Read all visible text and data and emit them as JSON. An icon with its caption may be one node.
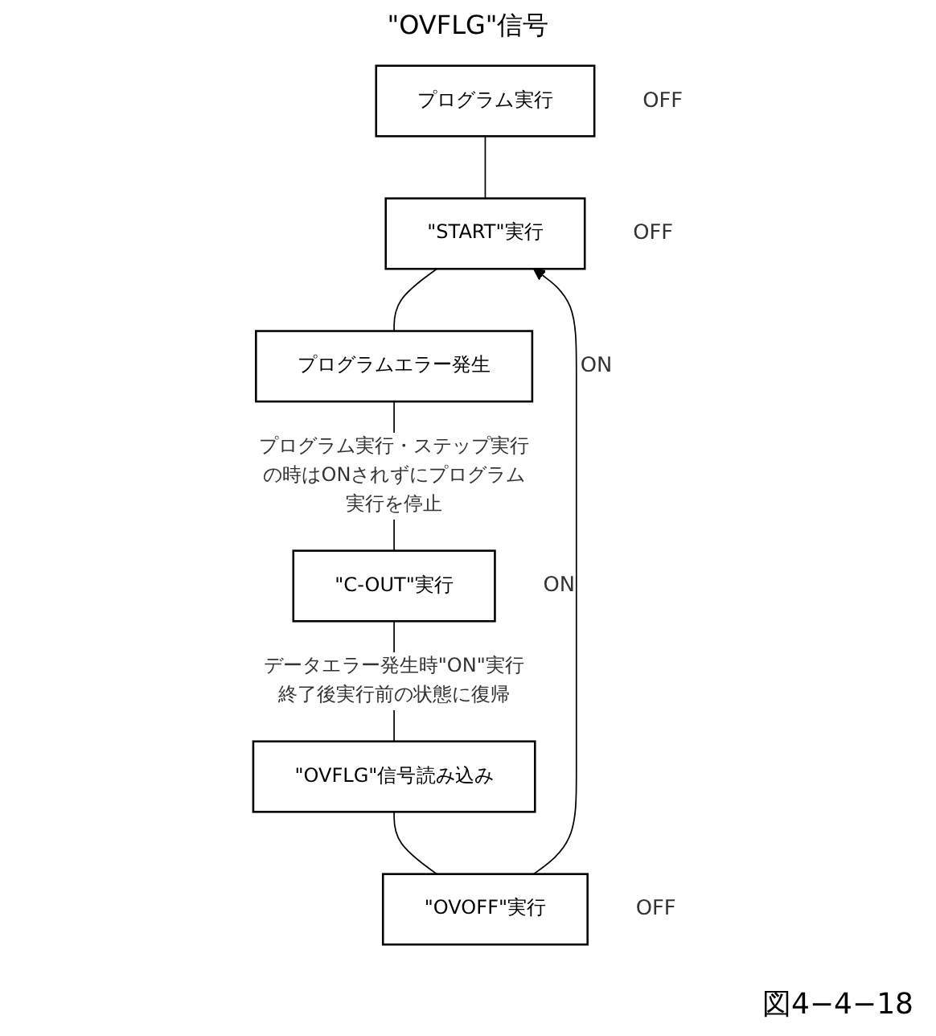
{
  "diagram": {
    "title": "\"OVFLG\"信号",
    "caption": "図4−4−18",
    "nodes": [
      {
        "text": [
          "プログラム実行"
        ],
        "beside": [
          "OFF"
        ]
      },
      {
        "text": [
          "\"START\"実行"
        ],
        "beside": [
          "OFF"
        ]
      },
      {
        "text": [
          "プログラムエラー発生"
        ],
        "beside": [
          "ON"
        ]
      },
      {
        "text": [
          "\"C-OUT\"実行"
        ],
        "beside": [
          "ON"
        ]
      },
      {
        "text": [
          "\"OVFLG\"信号読み込み"
        ]
      },
      {
        "text": [
          "\"OVOFF\"実行"
        ],
        "beside": [
          "OFF"
        ]
      }
    ],
    "edges": [
      {
        "from": 0,
        "to": 1,
        "arrow": "none"
      },
      {
        "from": 1,
        "to": 2,
        "arrow": "none"
      },
      {
        "from": 2,
        "to": 3,
        "arrow": "none",
        "label": "プログラム実行・ステップ実行の時はONされずにプログラム実行を停止"
      },
      {
        "from": 3,
        "to": 4,
        "arrow": "none",
        "label": "データエラー発生時\"ON\"実行終了後実行前の状態に復帰"
      },
      {
        "from": 4,
        "to": 5,
        "arrow": "none"
      },
      {
        "from": 5,
        "to": 1,
        "arrow": "to"
      }
    ]
  }
}
